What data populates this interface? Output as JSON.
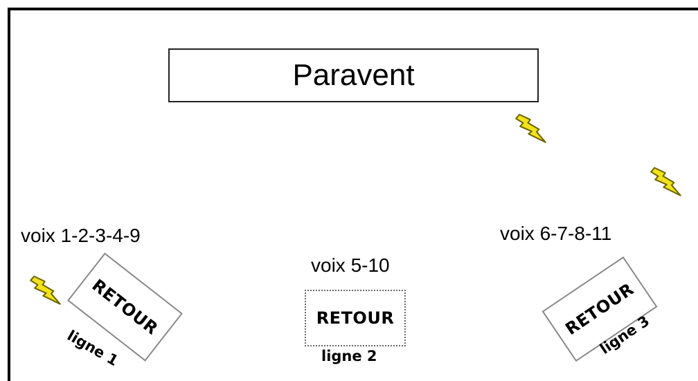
{
  "paravent": {
    "label": "Paravent"
  },
  "groups": [
    {
      "voix": "voix 1-2-3-4-9",
      "retour": "RETOUR",
      "ligne": "ligne 1"
    },
    {
      "voix": "voix 5-10",
      "retour": "RETOUR",
      "ligne": "ligne 2"
    },
    {
      "voix": "voix 6-7-8-11",
      "retour": "RETOUR",
      "ligne": "ligne 3"
    }
  ],
  "icons": {
    "bolt": "lightning-bolt-icon",
    "bolt_fill": "#f2e21a",
    "bolt_stroke": "#6b6400"
  }
}
